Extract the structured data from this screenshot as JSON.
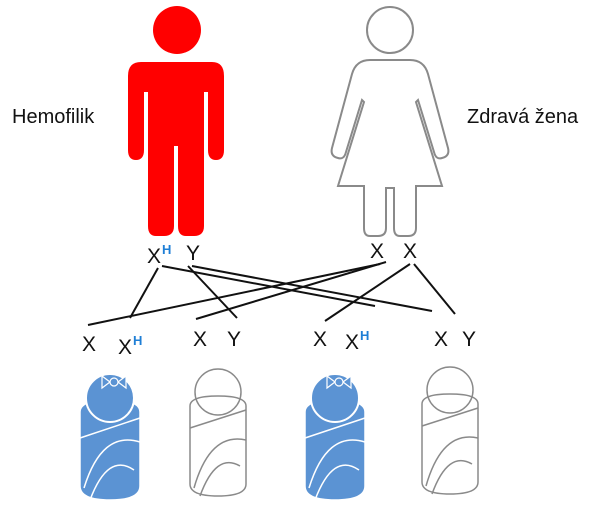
{
  "parents": {
    "father_label": "Hemofilik",
    "mother_label": "Zdravá žena",
    "father_alleles": {
      "x": "X",
      "x_sup": "H",
      "y": "Y"
    },
    "mother_alleles": {
      "x1": "X",
      "x2": "X"
    }
  },
  "children": [
    {
      "a": "X",
      "b": "X",
      "b_sup": "H",
      "type": "girl-carrier"
    },
    {
      "a": "X",
      "b": "Y",
      "b_sup": "",
      "type": "boy-healthy"
    },
    {
      "a": "X",
      "b": "X",
      "b_sup": "H",
      "type": "girl-carrier"
    },
    {
      "a": "X",
      "b": "Y",
      "b_sup": "",
      "type": "boy-healthy"
    }
  ],
  "colors": {
    "affected": "#ff0000",
    "carrier": "#5b93d3",
    "outline": "#8a8a8a",
    "marker": "#1f7fd6",
    "lines": "#111111"
  },
  "icons": [
    "male-figure-icon",
    "female-figure-icon",
    "baby-girl-icon",
    "baby-boy-icon"
  ]
}
